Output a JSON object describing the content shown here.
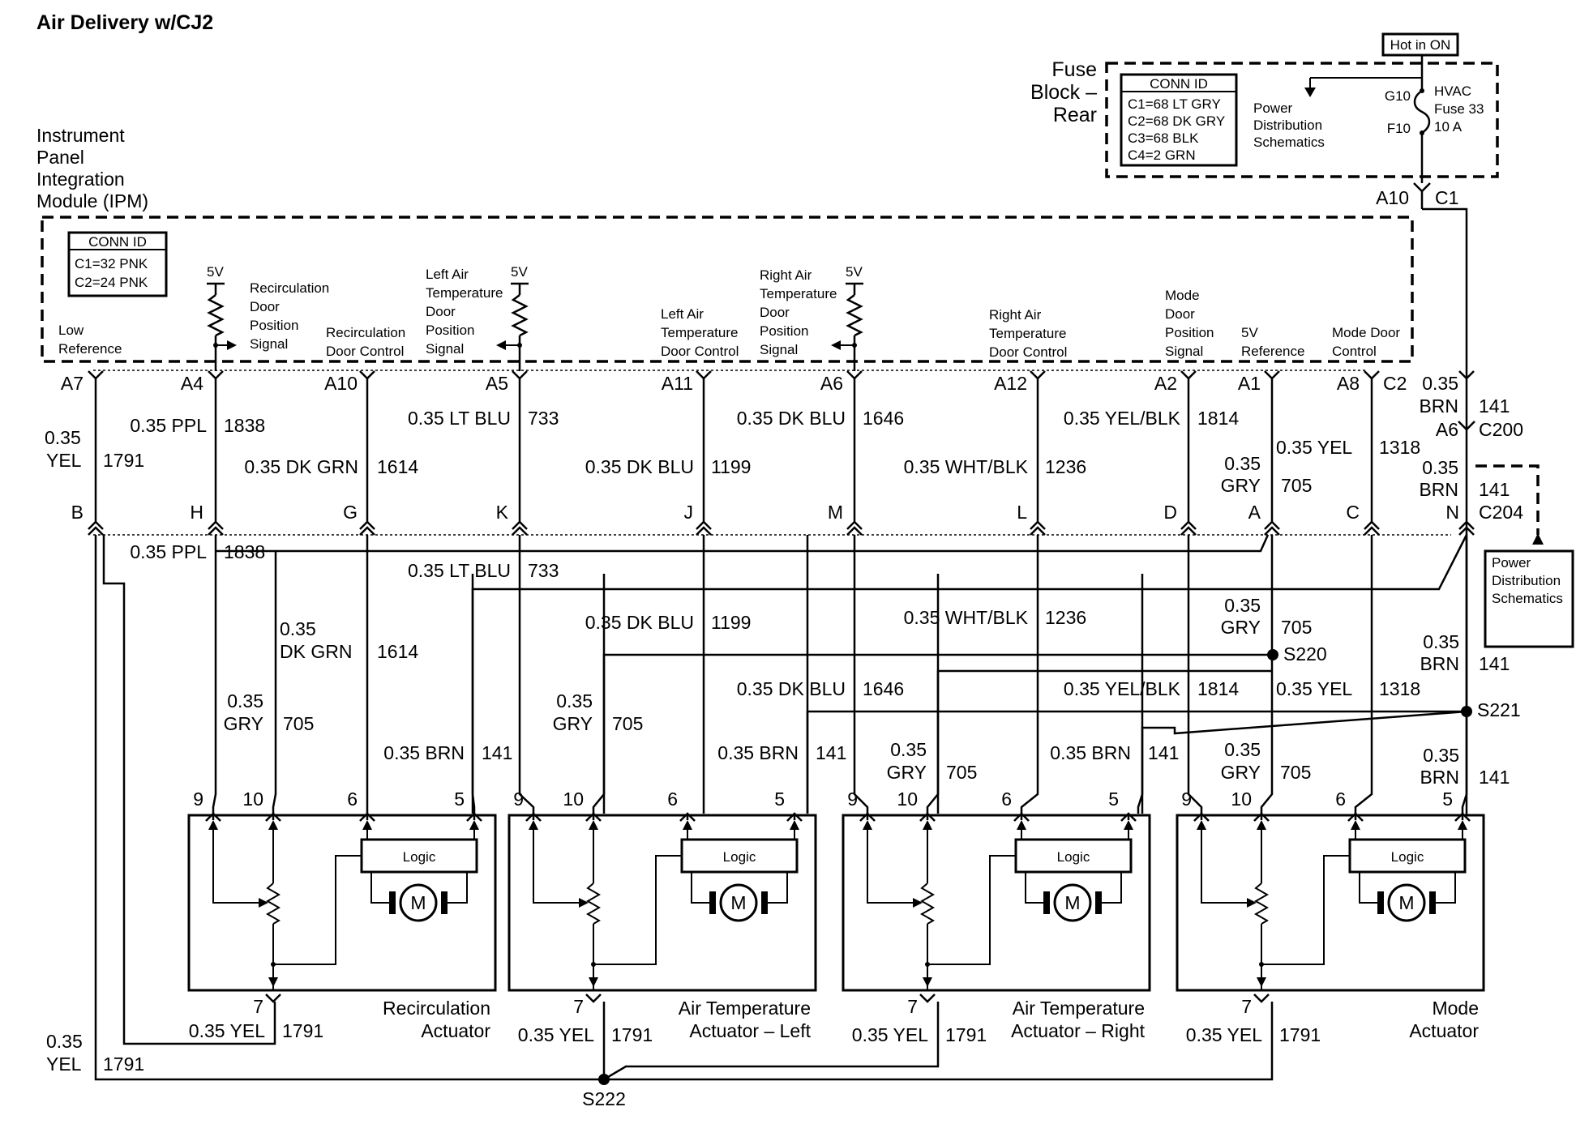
{
  "title": "Air Delivery w/CJ2",
  "ipm": {
    "name_lines": [
      "Instrument",
      "Panel",
      "Integration",
      "Module (IPM)"
    ],
    "conn_title": "CONN ID",
    "conn_lines": [
      "C1=32 PNK",
      "C2=24 PNK"
    ],
    "v5": "5V",
    "labels": {
      "low_ref": [
        "Low",
        "Reference"
      ],
      "recirc_pos": [
        "Recirculation",
        "Door",
        "Position",
        "Signal"
      ],
      "recirc_ctrl": [
        "Recirculation",
        "Door Control"
      ],
      "left_pos": [
        "Left Air",
        "Temperature",
        "Door",
        "Position",
        "Signal"
      ],
      "left_ctrl": [
        "Left  Air",
        "Temperature",
        "Door Control"
      ],
      "right_pos": [
        "Right Air",
        "Temperature",
        "Door",
        "Position",
        "Signal"
      ],
      "right_ctrl": [
        "Right  Air",
        "Temperature",
        "Door Control"
      ],
      "mode_pos": [
        "Mode",
        "Door",
        "Position",
        "Signal"
      ],
      "ref5v": [
        "5V",
        "Reference"
      ],
      "mode_ctrl": [
        "Mode Door",
        "Control"
      ]
    }
  },
  "fuse_block": {
    "name_lines": [
      "Fuse",
      "Block –",
      "Rear"
    ],
    "conn_title": "CONN ID",
    "conn_lines": [
      "C1=68 LT GRY",
      "C2=68 DK GRY",
      "C3=68 BLK",
      "C4=2 GRN"
    ],
    "pds_lines": [
      "Power",
      "Distribution",
      "Schematics"
    ],
    "hot": "Hot in ON",
    "g10": "G10",
    "f10": "F10",
    "fuse_lines": [
      "HVAC",
      "Fuse 33",
      "10 A"
    ],
    "a10": "A10",
    "c1": "C1"
  },
  "pins_top": [
    "A7",
    "A4",
    "A10",
    "A5",
    "A11",
    "A6",
    "A12",
    "A2",
    "A1",
    "A8",
    "C2"
  ],
  "pins_bottom": [
    "B",
    "H",
    "G",
    "K",
    "J",
    "M",
    "L",
    "D",
    "A",
    "C",
    "N"
  ],
  "wires_upper": {
    "ppl": "0.35 PPL",
    "n1838": "1838",
    "yel_a": "0.35",
    "yel_b": "YEL",
    "n1791": "1791",
    "dkgrn": "0.35 DK GRN",
    "n1614": "1614",
    "ltblu": "0.35 LT BLU",
    "n733": "733",
    "dkblu_j": "0.35 DK BLU",
    "n1199": "1199",
    "dkblu_m": "0.35 DK BLU",
    "n1646": "1646",
    "whtblk": "0.35 WHT/BLK",
    "n1236": "1236",
    "yelblk": "0.35 YEL/BLK",
    "n1814": "1814",
    "gry_a": "0.35",
    "gry_b": "GRY",
    "n705": "705",
    "yel_c": "0.35 YEL",
    "n1318": "1318",
    "brn1_a": "0.35",
    "brn1_b": "BRN",
    "n141a": "141",
    "a6": "A6",
    "c200": "C200",
    "brn2_a": "0.35",
    "brn2_b": "BRN",
    "n141b": "141",
    "c204": "C204"
  },
  "wires_lower": {
    "ppl": "0.35 PPL",
    "n1838": "1838",
    "ltblu": "0.35 LT BLU",
    "n733": "733",
    "dkgrn_a": "0.35",
    "dkgrn_b": "DK GRN",
    "n1614": "1614",
    "dkblu_j": "0.35 DK BLU",
    "n1199": "1199",
    "whtblk": "0.35 WHT/BLK",
    "n1236": "1236",
    "gry_s220_a": "0.35",
    "gry_s220_b": "GRY",
    "n705_s220": "705",
    "s220": "S220",
    "brn_s221_a": "0.35",
    "brn_s221_b": "BRN",
    "n141_s221": "141",
    "dkblu_m": "0.35 DK BLU",
    "n1646": "1646",
    "yelblk": "0.35 YEL/BLK",
    "n1814": "1814",
    "yel_c": "0.35 YEL",
    "n1318": "1318",
    "s221": "S221",
    "gry1_a": "0.35",
    "gry1_b": "GRY",
    "n705_1": "705",
    "brn1": "0.35 BRN",
    "n141_1": "141",
    "gry2_a": "0.35",
    "gry2_b": "GRY",
    "n705_2": "705",
    "brn2": "0.35 BRN",
    "n141_2": "141",
    "gry3_a": "0.35",
    "gry3_b": "GRY",
    "n705_3": "705",
    "brn3": "0.35 BRN",
    "n141_3": "141",
    "gry4_a": "0.35",
    "gry4_b": "GRY",
    "n705_4": "705",
    "brn4_a": "0.35",
    "brn4_b": "BRN",
    "n141_4": "141"
  },
  "actuator_pins": [
    "9",
    "10",
    "6",
    "5"
  ],
  "actuators": [
    {
      "name_lines": [
        "Recirculation",
        "Actuator"
      ]
    },
    {
      "name_lines": [
        "Air Temperature",
        "Actuator – Left"
      ]
    },
    {
      "name_lines": [
        "Air Temperature",
        "Actuator – Right"
      ]
    },
    {
      "name_lines": [
        "Mode",
        "Actuator"
      ]
    }
  ],
  "logic": "Logic",
  "motor": "M",
  "ground": {
    "pin7": "7",
    "yel": "0.35 YEL",
    "n1791": "1791",
    "yel_left_a": "0.35",
    "yel_left_b": "YEL",
    "n1791_left": "1791",
    "s222": "S222"
  },
  "pds_right": [
    "Power",
    "Distribution",
    "Schematics"
  ]
}
